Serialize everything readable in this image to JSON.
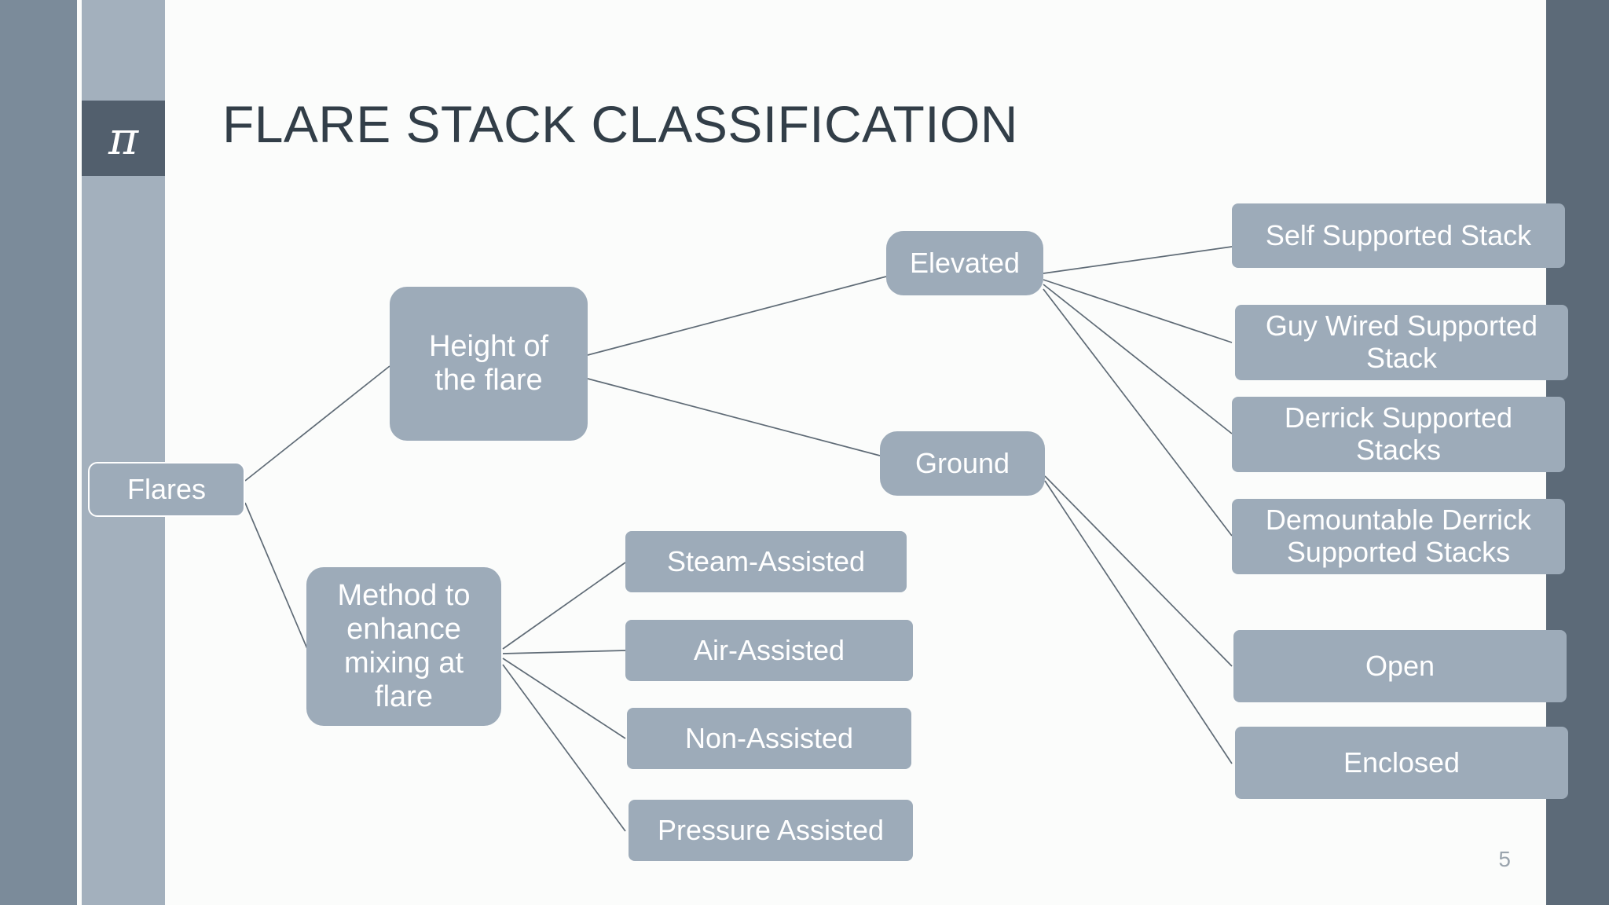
{
  "slide": {
    "title": "FLARE STACK CLASSIFICATION",
    "page_number": "5",
    "logo_glyph": "π",
    "colors": {
      "node_fill": "#9dabb9",
      "node_text": "#ffffff",
      "title_text": "#323e48",
      "sidebar_dark": "#7b8b9a",
      "sidebar_light": "#a3b0bd",
      "right_edge": "#5c6a78",
      "badge": "#525f6d",
      "connector": "#5f6b76",
      "background": "#fbfcfb"
    }
  },
  "diagram": {
    "type": "tree",
    "root": {
      "label": "Flares"
    },
    "branches": [
      {
        "label": "Height of the flare",
        "children": [
          {
            "label": "Elevated",
            "children": [
              {
                "label": "Self Supported Stack"
              },
              {
                "label": "Guy Wired Supported Stack"
              },
              {
                "label": "Derrick Supported Stacks"
              },
              {
                "label": "Demountable Derrick Supported Stacks"
              }
            ]
          },
          {
            "label": "Ground",
            "children": [
              {
                "label": "Open"
              },
              {
                "label": "Enclosed"
              }
            ]
          }
        ]
      },
      {
        "label": "Method to enhance mixing at flare",
        "children": [
          {
            "label": "Steam-Assisted"
          },
          {
            "label": "Air-Assisted"
          },
          {
            "label": "Non-Assisted"
          },
          {
            "label": "Pressure Assisted"
          }
        ]
      }
    ],
    "nodes": {
      "flares": "Flares",
      "height_of_flare": "Height of\nthe flare",
      "method_mixing": "Method to\nenhance\nmixing at\nflare",
      "elevated": "Elevated",
      "ground": "Ground",
      "self_supported": "Self Supported Stack",
      "guy_wired": "Guy Wired Supported Stack",
      "derrick": "Derrick Supported Stacks",
      "demountable": "Demountable Derrick Supported Stacks",
      "open": "Open",
      "enclosed": "Enclosed",
      "steam_assisted": "Steam-Assisted",
      "air_assisted": "Air-Assisted",
      "non_assisted": "Non-Assisted",
      "pressure_assisted": "Pressure Assisted"
    }
  }
}
